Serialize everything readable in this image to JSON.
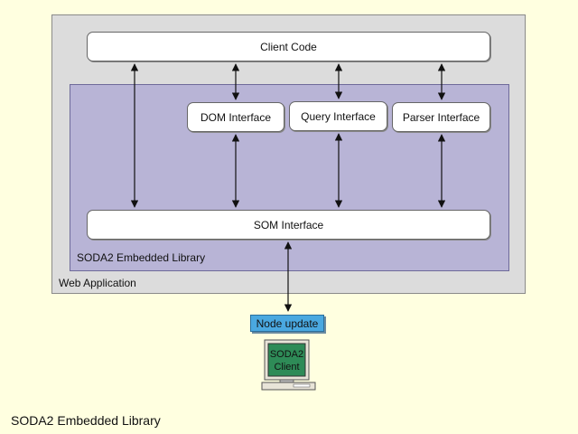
{
  "diagram": {
    "web_application_label": "Web Application",
    "library_label": "SODA2 Embedded Library",
    "client_code_label": "Client Code",
    "dom_interface_label": "DOM Interface",
    "query_interface_label": "Query Interface",
    "parser_interface_label": "Parser Interface",
    "som_interface_label": "SOM Interface",
    "node_update_label": "Node update",
    "client_line1": "SODA2",
    "client_line2": "Client",
    "caption": "SODA2 Embedded Library"
  },
  "colors": {
    "background": "#ffffe0",
    "web_application_fill": "#dcdcdc",
    "library_fill": "#b8b4d6",
    "node_update_fill": "#4aa8e0",
    "client_screen_fill": "#2e8b57"
  }
}
